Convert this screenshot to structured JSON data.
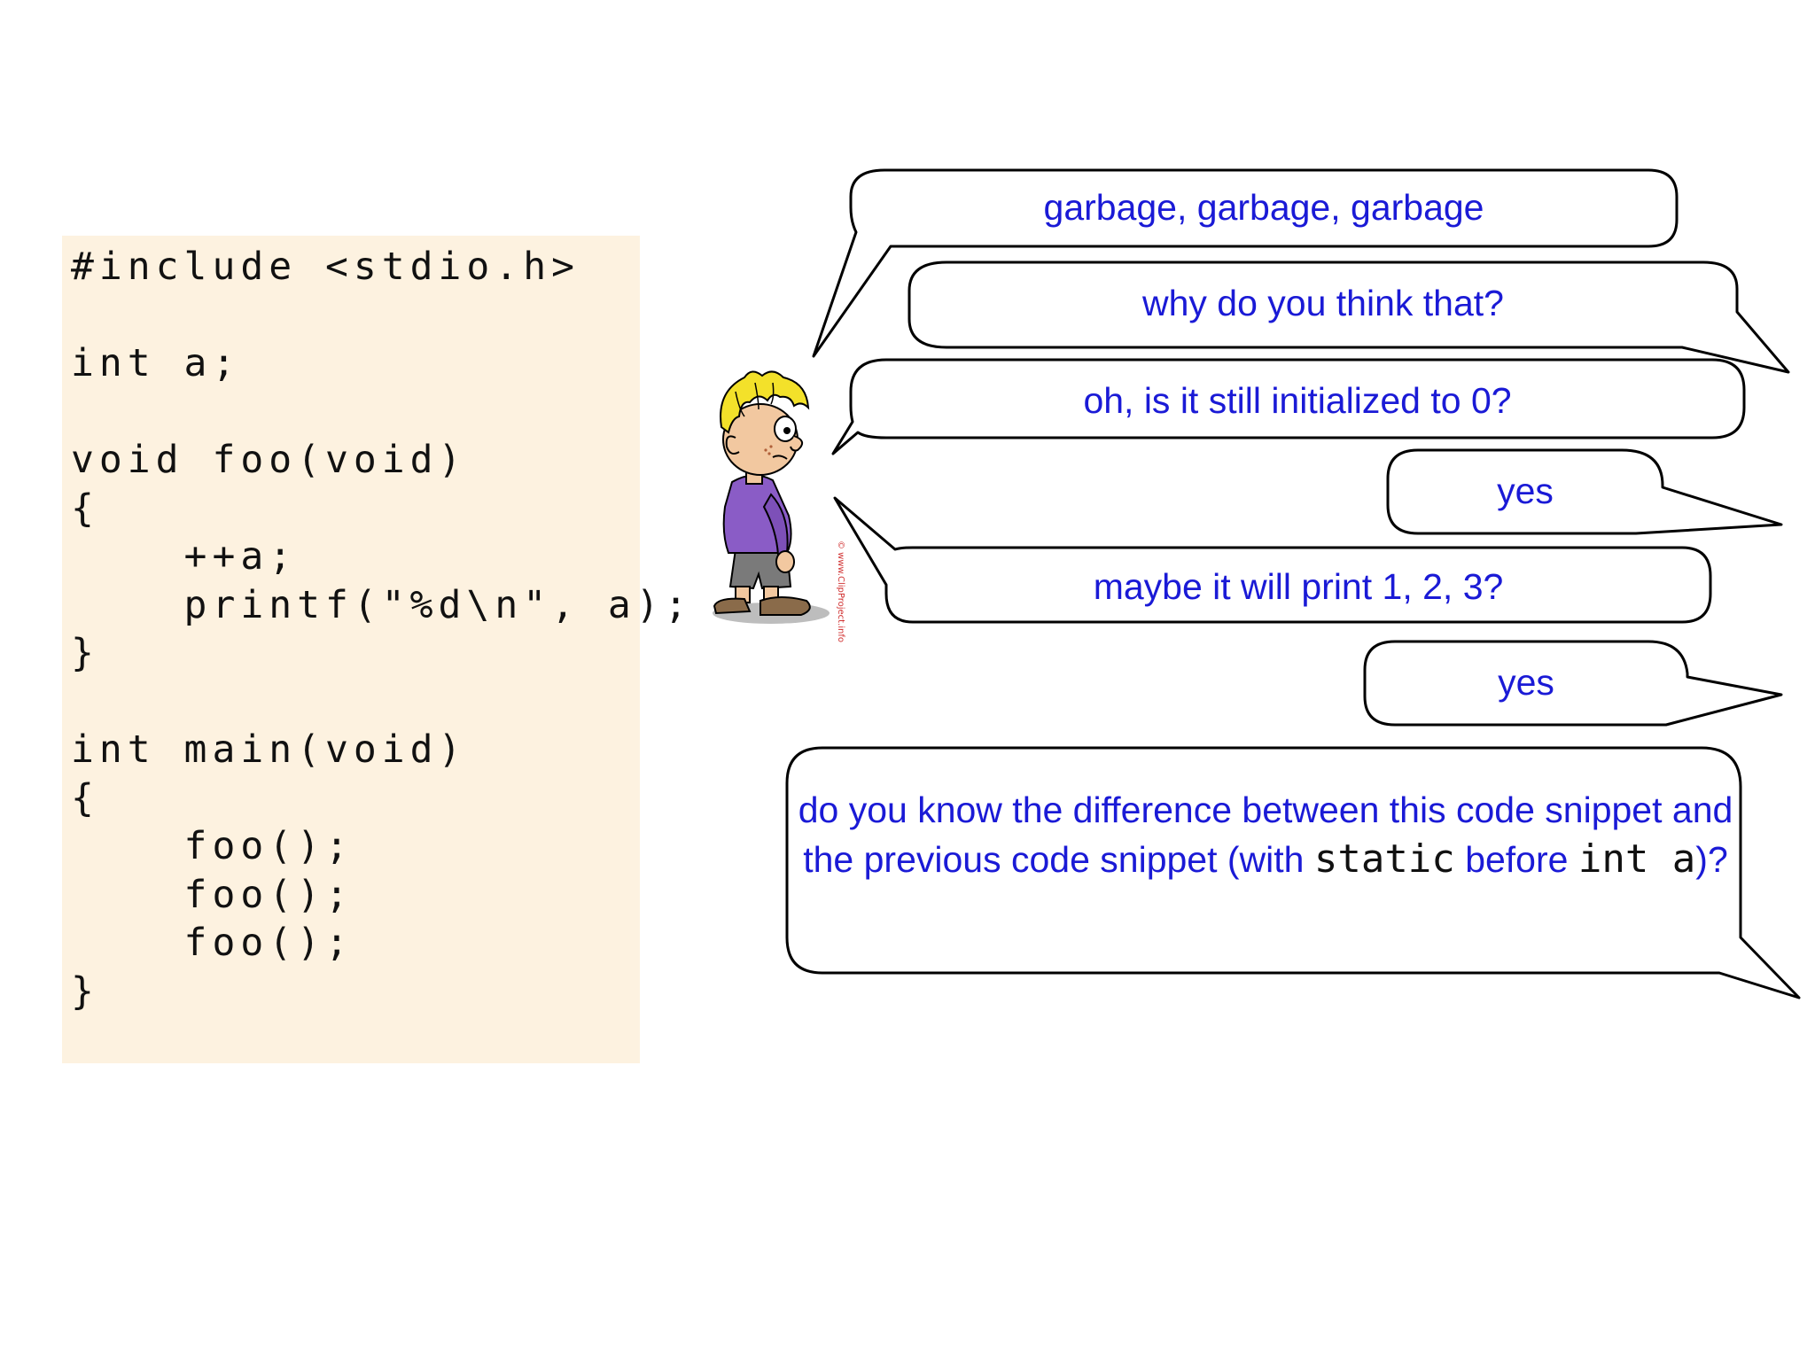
{
  "code": {
    "lines": [
      "#include <stdio.h>",
      "",
      "int a;",
      "",
      "void foo(void)",
      "{",
      "    ++a;",
      "    printf(\"%d\\n\", a);",
      "}",
      "",
      "int main(void)",
      "{",
      "    foo();",
      "    foo();",
      "    foo();",
      "}"
    ]
  },
  "dialogue": {
    "b1": "garbage, garbage, garbage",
    "b2": "why do you think that?",
    "b3": "oh, is it still initialized to 0?",
    "b4": "yes",
    "b5": "maybe it will print 1, 2, 3?",
    "b6": "yes",
    "b7": {
      "part1": "do you know the difference between this code snippet and the previous code snippet (with ",
      "code1": "static",
      "part2": " before ",
      "code2": "int a",
      "part3": ")?"
    }
  },
  "illustration": {
    "credit": "© www.ClipProject.info"
  },
  "colors": {
    "code_background": "#fdf2e0",
    "bubble_text": "#1a1ad6",
    "bubble_outline": "#000000",
    "hair": "#f3e12a",
    "shirt": "#8a5cc6"
  }
}
